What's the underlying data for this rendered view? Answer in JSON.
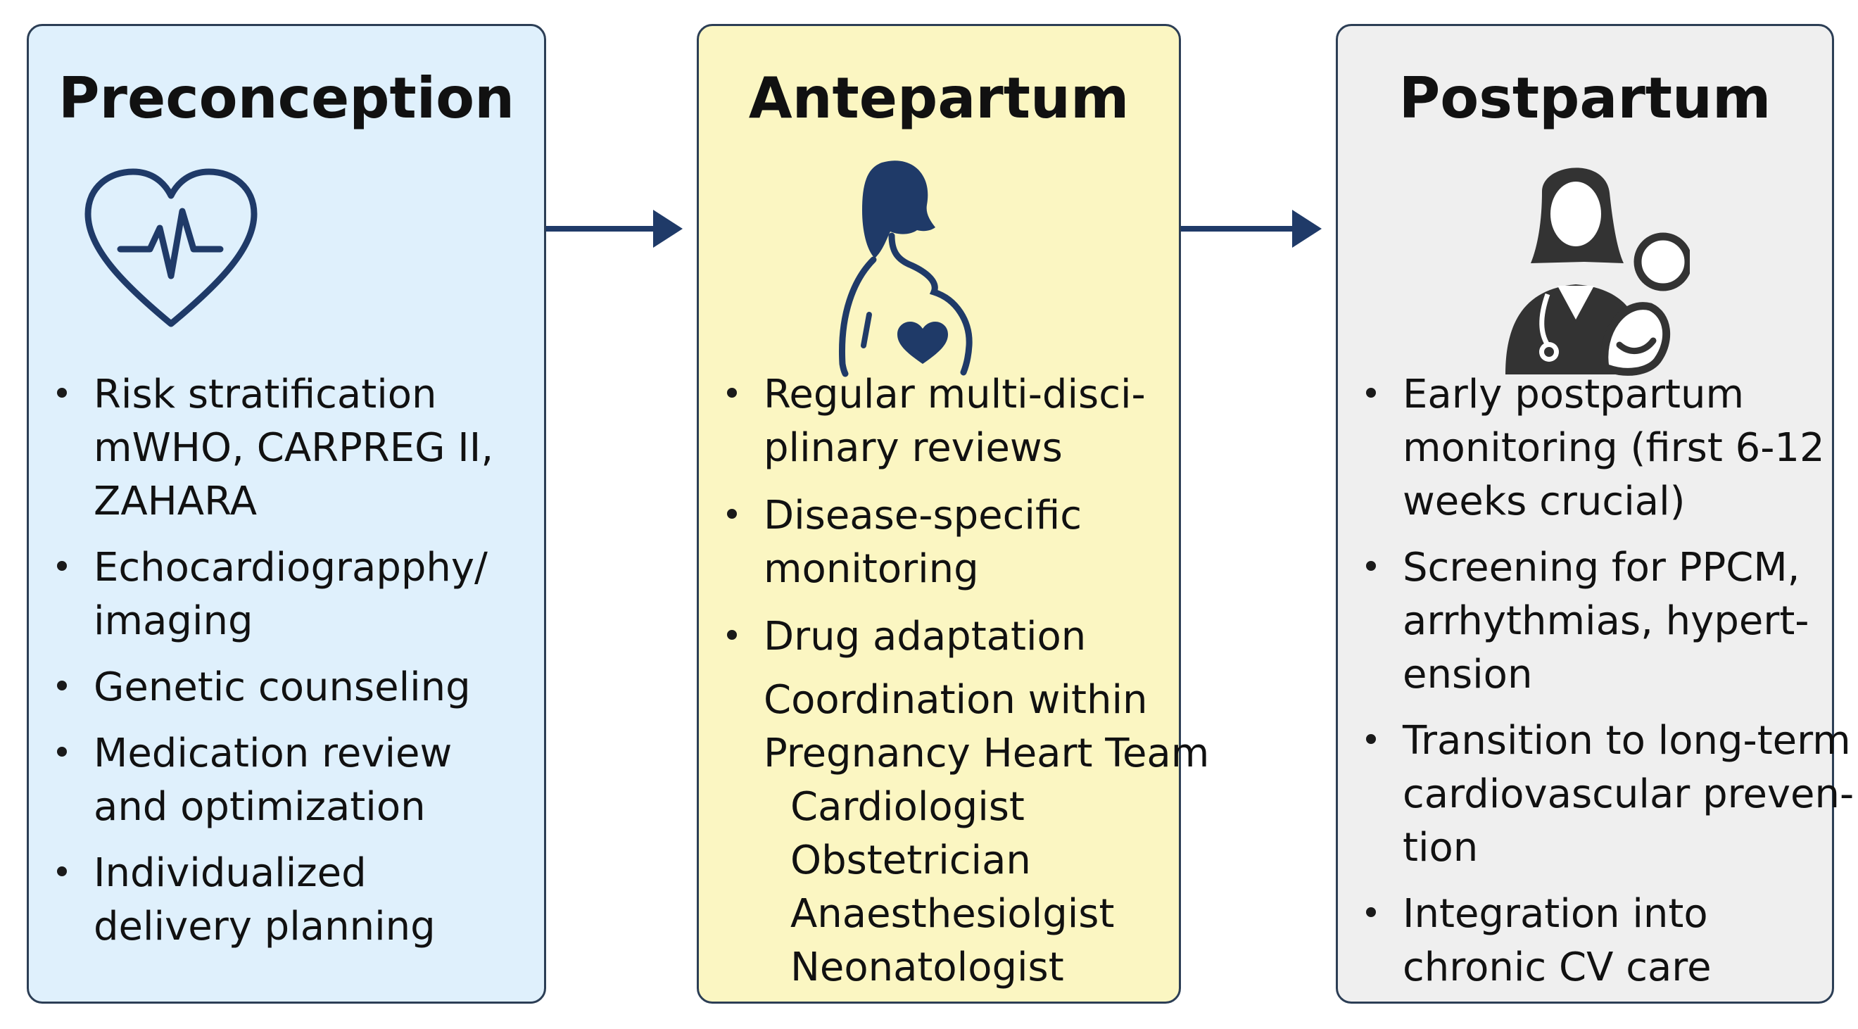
{
  "colors": {
    "preconception_bg": "#dff0fc",
    "antepartum_bg": "#fbf6c2",
    "postpartum_bg": "#efefef",
    "border": "#2c3e55",
    "icon_navy": "#1f3a68",
    "icon_dark": "#333333",
    "arrow": "#1f3a68"
  },
  "stages": [
    {
      "title": "Preconception",
      "icon": "heart-pulse-icon",
      "bullets": [
        [
          "Risk stratification",
          "mWHO, CARPREG II,",
          "ZAHARA"
        ],
        [
          "Echocardiograpphy/",
          "imaging"
        ],
        [
          "Genetic counseling"
        ],
        [
          "Medication review",
          "and optimization"
        ],
        [
          "Individualized",
          "delivery planning"
        ]
      ]
    },
    {
      "title": "Antepartum",
      "icon": "pregnant-woman-heart-icon",
      "bullets": [
        [
          "Regular multi-disci-",
          "plinary reviews"
        ],
        [
          "Disease-specific",
          "monitoring"
        ],
        [
          "Drug adaptation"
        ]
      ],
      "team": {
        "heading": [
          "Coordination within",
          "Pregnancy Heart Team"
        ],
        "members": [
          "Cardiologist",
          "Obstetrician",
          "Anaesthesiolgist",
          "Neonatologist"
        ]
      }
    },
    {
      "title": "Postpartum",
      "icon": "doctor-with-baby-icon",
      "bullets": [
        [
          "Early postpartum",
          "monitoring (first 6-12",
          "weeks crucial)"
        ],
        [
          "Screening for PPCM,",
          "arrhythmias, hypert-",
          "ension"
        ],
        [
          "Transition to long-term",
          "cardiovascular preven-",
          "tion"
        ],
        [
          "Integration into",
          "chronic CV care"
        ]
      ]
    }
  ]
}
